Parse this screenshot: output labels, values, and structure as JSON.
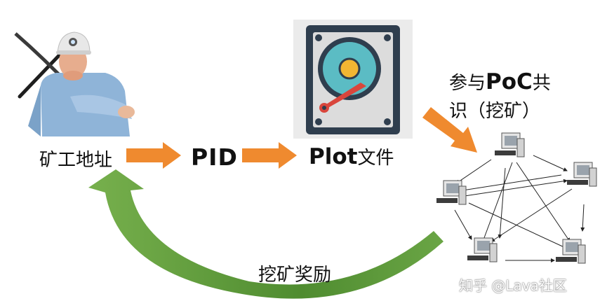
{
  "nodes": {
    "miner_address": "矿工地址",
    "pid": "PID",
    "plot_file_bold": "Plot",
    "plot_file_suffix": "文件"
  },
  "edges": {
    "poc_label_prefix": "参与",
    "poc_label_bold": "PoC",
    "poc_label_suffix": "共",
    "poc_label_line2": "识（挖矿）",
    "reward_label": "挖矿奖励"
  },
  "watermark": "知乎 @Lava社区",
  "icons": {
    "miner": "miner-photo-icon",
    "plot": "hard-drive-icon",
    "network": "computer-network-icon"
  },
  "colors": {
    "arrow_orange": "#ef8a2f",
    "reward_green": "#5c9a3a",
    "drive_teal": "#5bbcc4",
    "drive_body": "#2f3e4e",
    "needle_red": "#d9463c",
    "hub_yellow": "#f2b632"
  }
}
